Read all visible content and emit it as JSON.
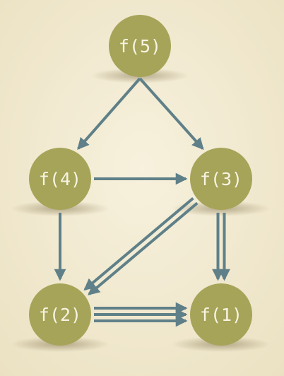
{
  "nodes": [
    {
      "id": "f5",
      "label": "f(5)"
    },
    {
      "id": "f4",
      "label": "f(4)"
    },
    {
      "id": "f3",
      "label": "f(3)"
    },
    {
      "id": "f2",
      "label": "f(2)"
    },
    {
      "id": "f1",
      "label": "f(1)"
    }
  ],
  "edges": [
    {
      "from": "f5",
      "to": "f4",
      "count": 1
    },
    {
      "from": "f5",
      "to": "f3",
      "count": 1
    },
    {
      "from": "f4",
      "to": "f3",
      "count": 1
    },
    {
      "from": "f4",
      "to": "f2",
      "count": 1
    },
    {
      "from": "f3",
      "to": "f2",
      "count": 2
    },
    {
      "from": "f3",
      "to": "f1",
      "count": 2
    },
    {
      "from": "f2",
      "to": "f1",
      "count": 3
    }
  ],
  "colors": {
    "background": "#f3ecd6",
    "node_fill": "#a6a459",
    "node_text": "#f7f4e2",
    "edge": "#5f8088"
  }
}
